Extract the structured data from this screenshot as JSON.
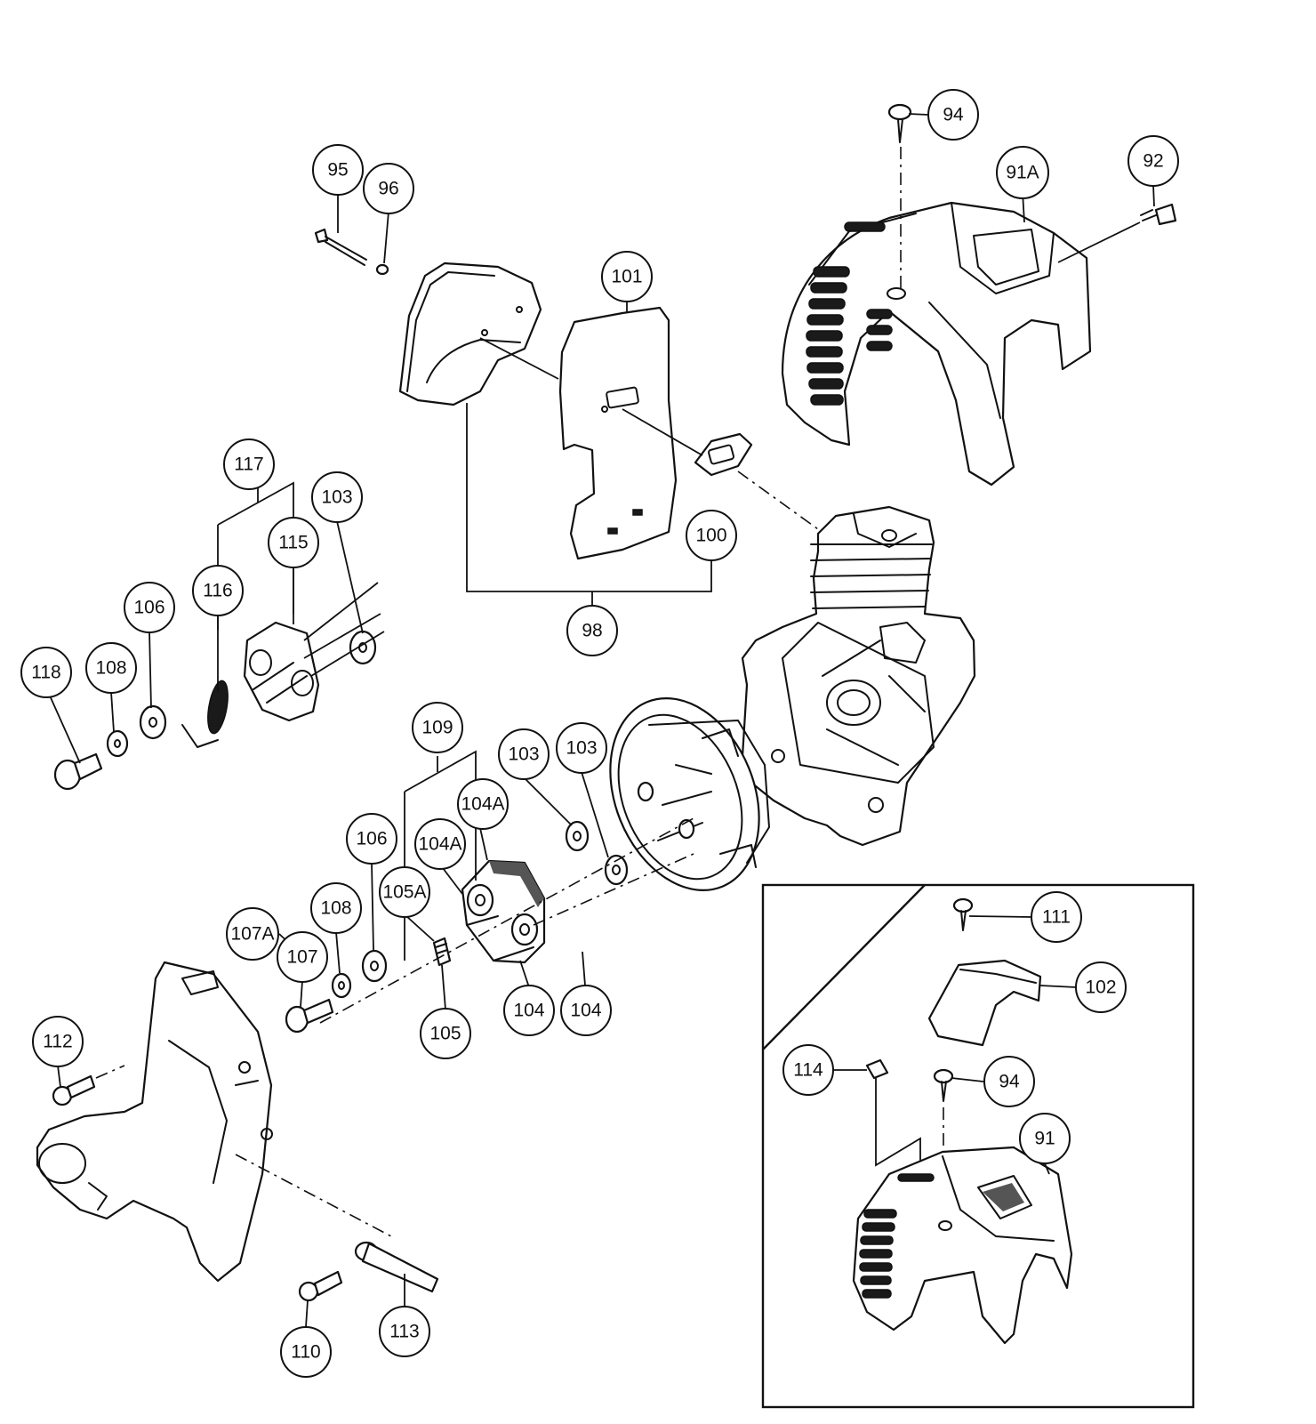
{
  "callouts": [
    {
      "id": "94",
      "label": "94"
    },
    {
      "id": "91A",
      "label": "91A"
    },
    {
      "id": "92",
      "label": "92"
    },
    {
      "id": "95",
      "label": "95"
    },
    {
      "id": "96",
      "label": "96"
    },
    {
      "id": "101",
      "label": "101"
    },
    {
      "id": "100",
      "label": "100"
    },
    {
      "id": "98",
      "label": "98"
    },
    {
      "id": "117",
      "label": "117"
    },
    {
      "id": "103a",
      "label": "103"
    },
    {
      "id": "115",
      "label": "115"
    },
    {
      "id": "116",
      "label": "116"
    },
    {
      "id": "106a",
      "label": "106"
    },
    {
      "id": "118",
      "label": "118"
    },
    {
      "id": "108a",
      "label": "108"
    },
    {
      "id": "109",
      "label": "109"
    },
    {
      "id": "103b",
      "label": "103"
    },
    {
      "id": "103c",
      "label": "103"
    },
    {
      "id": "104Aa",
      "label": "104A"
    },
    {
      "id": "104Ab",
      "label": "104A"
    },
    {
      "id": "106b",
      "label": "106"
    },
    {
      "id": "105A",
      "label": "105A"
    },
    {
      "id": "108b",
      "label": "108"
    },
    {
      "id": "107A",
      "label": "107A"
    },
    {
      "id": "107",
      "label": "107"
    },
    {
      "id": "104a",
      "label": "104"
    },
    {
      "id": "104b",
      "label": "104"
    },
    {
      "id": "105",
      "label": "105"
    },
    {
      "id": "112",
      "label": "112"
    },
    {
      "id": "110",
      "label": "110"
    },
    {
      "id": "113",
      "label": "113"
    },
    {
      "id": "111",
      "label": "111"
    },
    {
      "id": "102",
      "label": "102"
    },
    {
      "id": "114",
      "label": "114"
    },
    {
      "id": "94b",
      "label": "94"
    },
    {
      "id": "91",
      "label": "91"
    }
  ]
}
